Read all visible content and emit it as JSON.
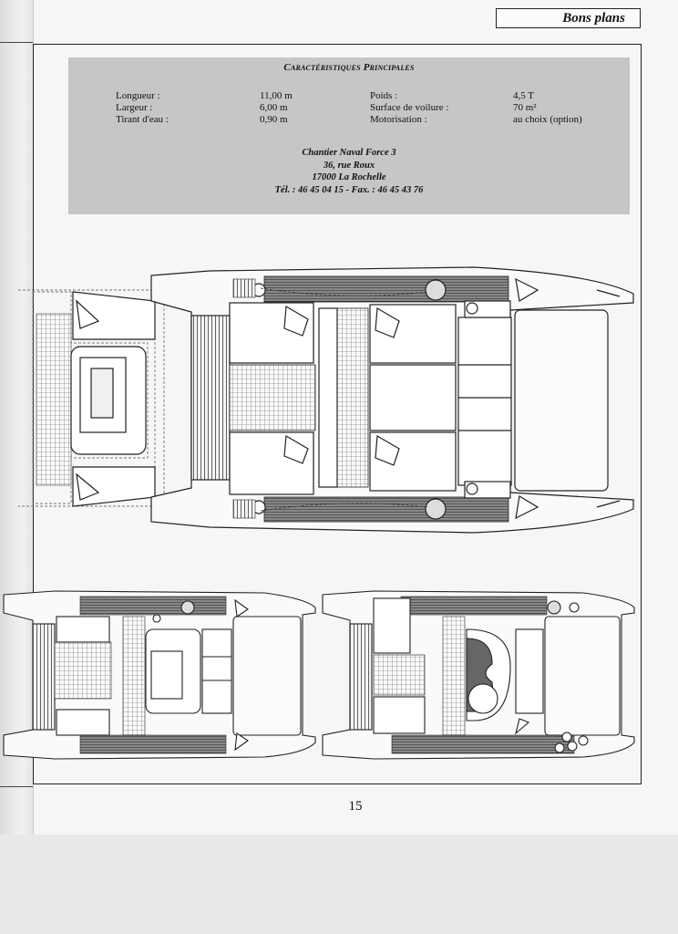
{
  "header": {
    "section_title": "Bons plans"
  },
  "specs": {
    "title": "Caractéristiques Principales",
    "left_labels": [
      "Longueur :",
      "Largeur :",
      "Tirant d'eau :"
    ],
    "left_values": [
      "11,00 m",
      "6,00 m",
      "0,90 m"
    ],
    "right_labels": [
      "Poids :",
      "Surface de voilure :",
      "Motorisation :"
    ],
    "right_values": [
      "4,5 T",
      "70 m²",
      "au choix (option)"
    ]
  },
  "address": {
    "line1": "Chantier Naval Force 3",
    "line2": "36, rue Roux",
    "line3": "17000 La Rochelle",
    "line4": "Tél. : 46 45 04 15 - Fax. : 46 45 43 76"
  },
  "page": {
    "number": "15"
  },
  "colors": {
    "paper": "#f6f6f4",
    "box": "#c6c6c8",
    "ink": "#111111"
  }
}
